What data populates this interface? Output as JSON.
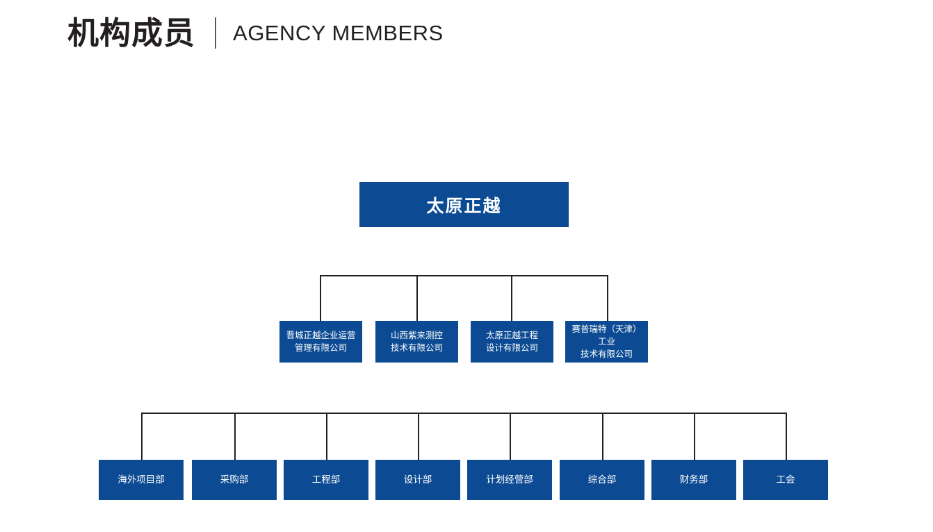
{
  "header": {
    "title_cn": "机构成员",
    "title_en": "AGENCY MEMBERS",
    "divider": "|"
  },
  "colors": {
    "node_blue": "#0c4b93",
    "node_text": "#ffffff",
    "connector": "#231f20",
    "heading_text": "#231f20",
    "background": "#ffffff"
  },
  "org_chart": {
    "root": {
      "label": "太原正越"
    },
    "subsidiaries": [
      {
        "line1": "晋城正越企业运营",
        "line2": "管理有限公司"
      },
      {
        "line1": "山西紫来测控",
        "line2": "技术有限公司"
      },
      {
        "line1": "太原正越工程",
        "line2": "设计有限公司"
      },
      {
        "line1": "赛普瑞特（天津）工业",
        "line2": "技术有限公司"
      }
    ],
    "departments": [
      {
        "label": "海外项目部"
      },
      {
        "label": "采购部"
      },
      {
        "label": "工程部"
      },
      {
        "label": "设计部"
      },
      {
        "label": "计划经营部"
      },
      {
        "label": "综合部"
      },
      {
        "label": "财务部"
      },
      {
        "label": "工会"
      }
    ]
  }
}
